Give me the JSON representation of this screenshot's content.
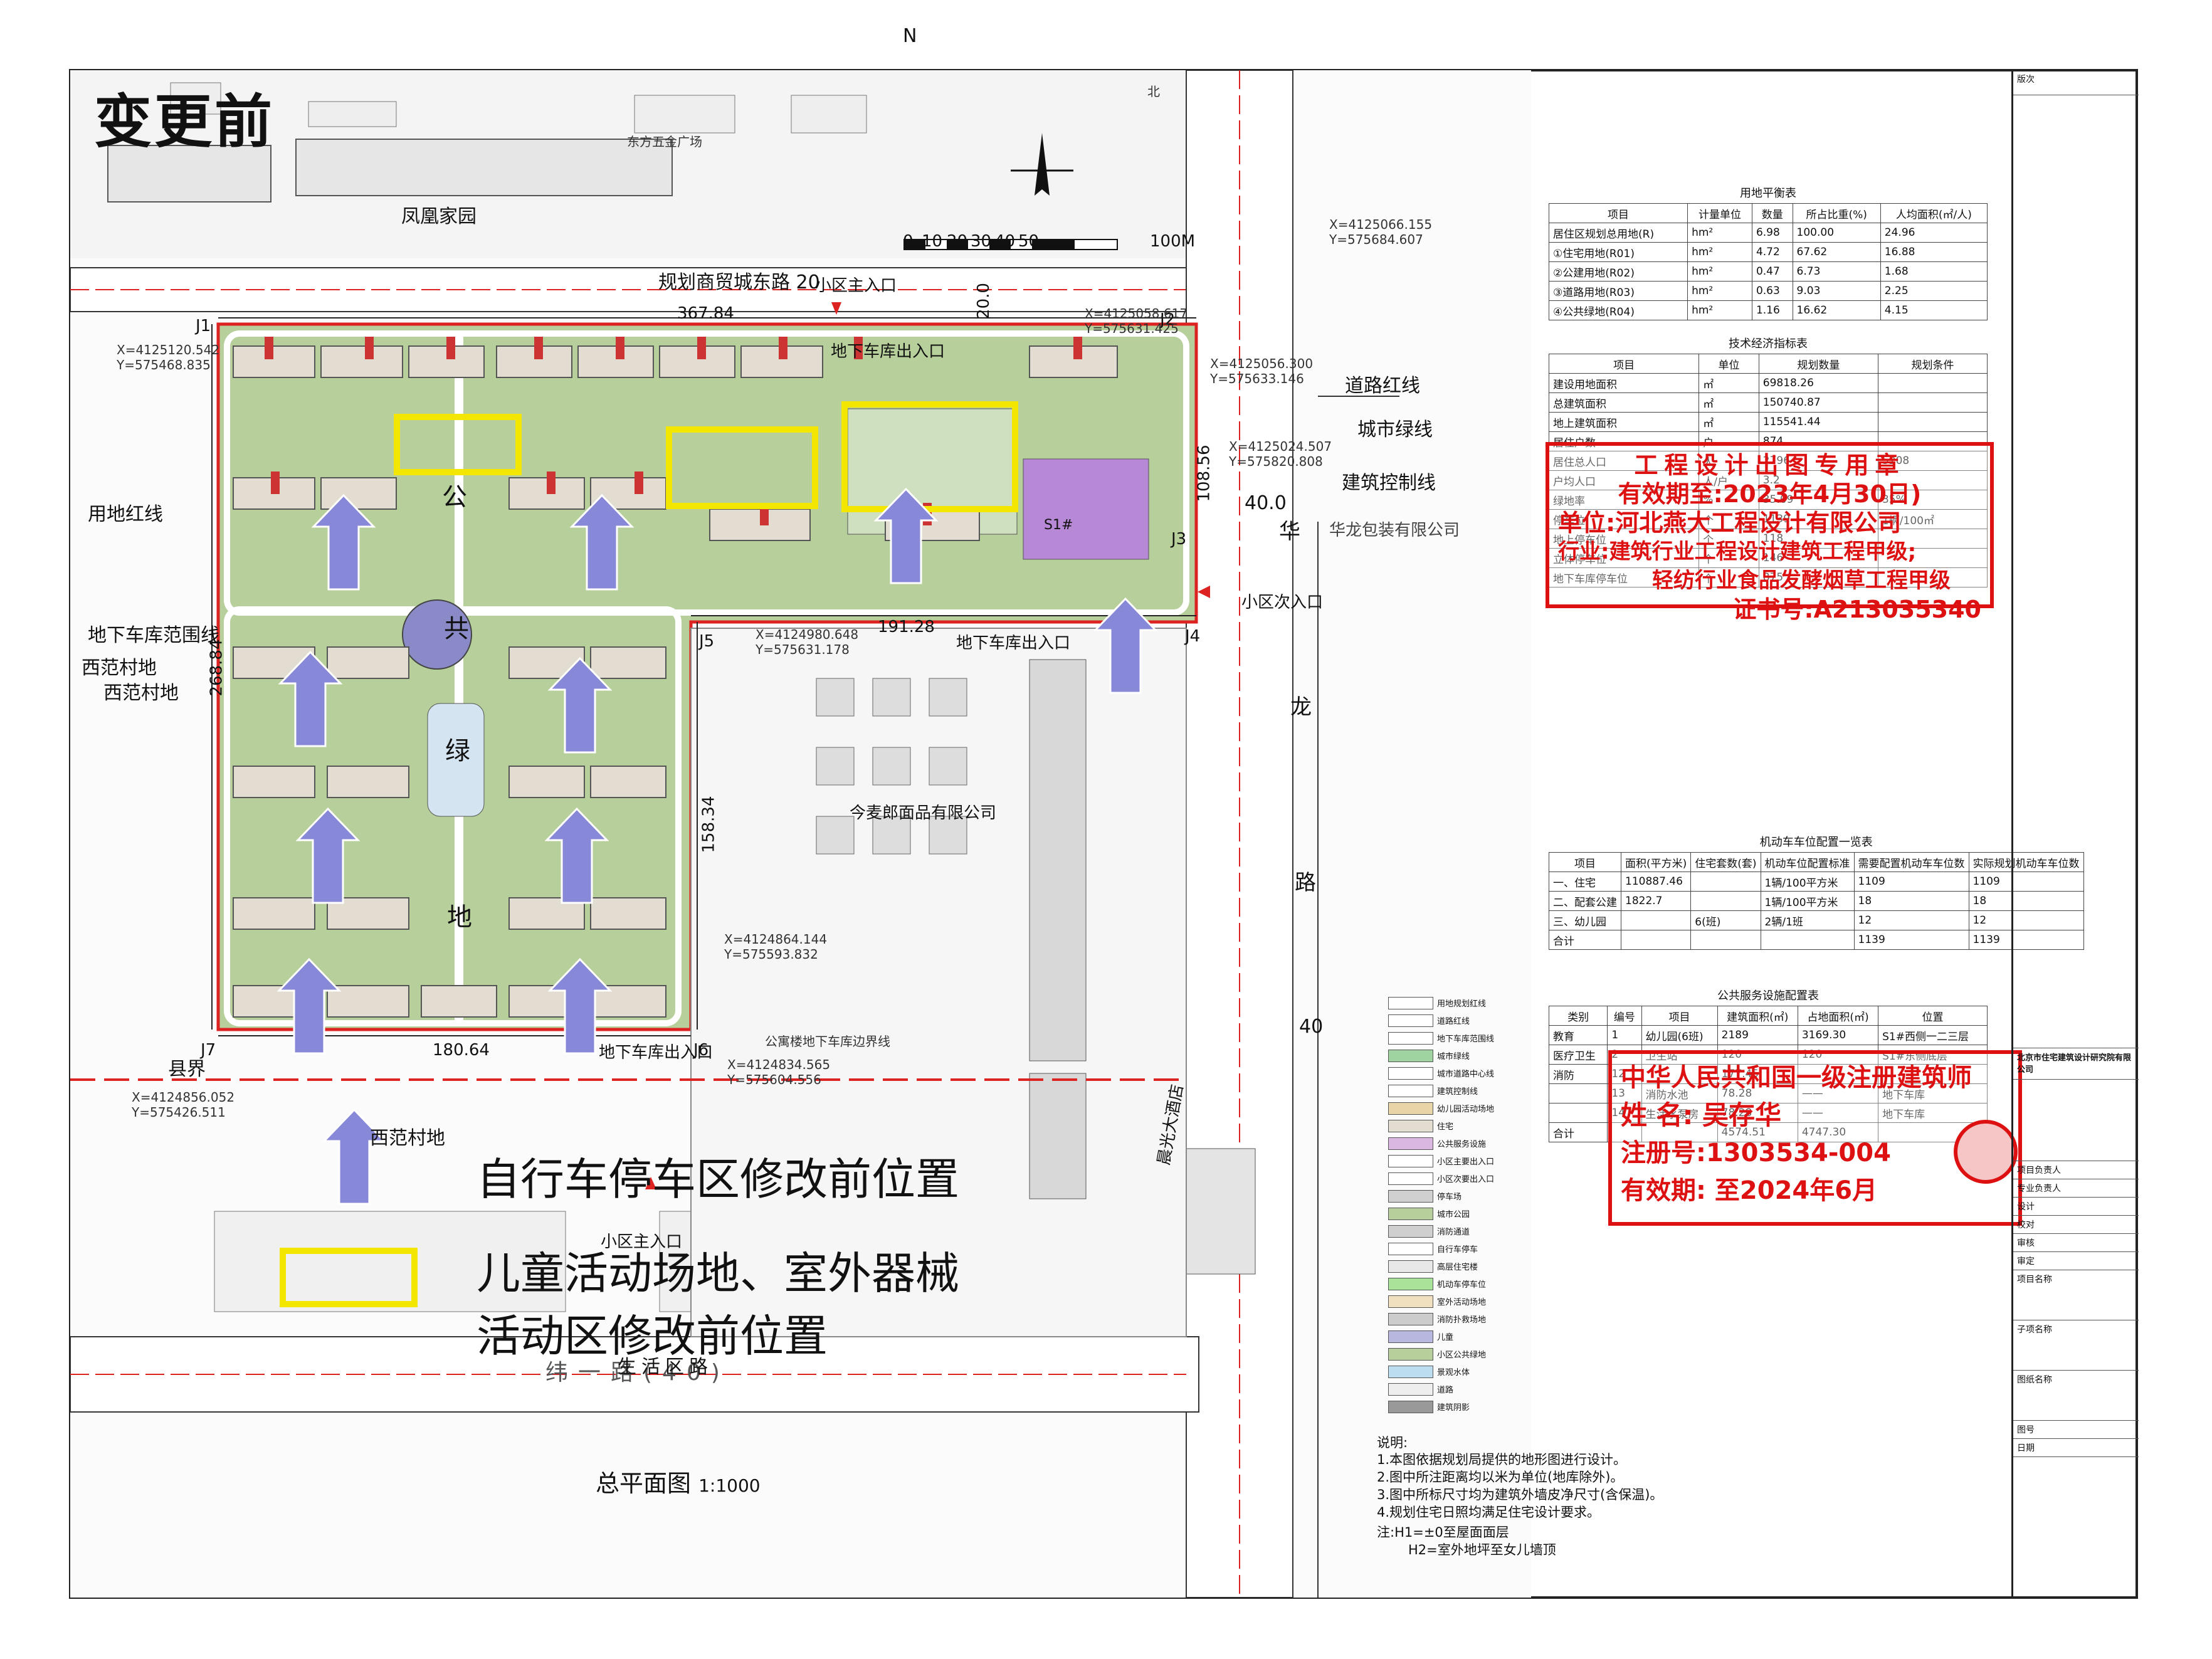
{
  "page": {
    "title": "变更前",
    "plan_title": "总平面图",
    "plan_scale": "1:1000",
    "scale_bar": {
      "ticks": [
        "0",
        "10",
        "20",
        "30",
        "40",
        "50"
      ],
      "end": "100M"
    },
    "north": "N",
    "north_label": "北"
  },
  "map": {
    "surroundings": {
      "fenghuang": "凤凰家园",
      "dongfang": "东方五金广场",
      "road_top": "规划商贸城东路",
      "road_top_width": "20",
      "road_top_width_v": "20.0",
      "main_entrance": "小区主入口",
      "secondary_entrance": "小区次入口",
      "south_entrance": "小区主入口",
      "garage_entrance_1": "地下车库出入口",
      "garage_entrance_2": "地下车库出入口",
      "garage_entrance_3": "地下车库出入口",
      "xifan_village_1": "西范村地",
      "xifan_village_2": "西范村地",
      "xifan_village_3": "西范村地",
      "county_border": "县界",
      "land_line": "用地红线",
      "garage_line": "地下车库范围线",
      "road_red_line": "道路红线",
      "city_green": "城市绿线",
      "build_control": "建筑控制线",
      "hualong_pkg": "华龙包装有限公司",
      "jinmailang": "今麦郎面品有限公司",
      "chenguang": "晨光大酒店",
      "apt_garage_line": "公寓楼地下车库边界线",
      "road_right": [
        "华",
        "龙",
        "路"
      ],
      "road_right_width": "40.0",
      "road_right_width_v": "40",
      "road_bottom": "纬一路(40)",
      "road_bottom_inner": "生活区路",
      "public_green": [
        "公",
        "共",
        "绿",
        "地"
      ],
      "kindergarten": "S1#"
    },
    "dims": {
      "d1": "367.84",
      "d2": "268.84",
      "d3": "191.28",
      "d4": "158.34",
      "d5": "180.64",
      "d6": "108.56"
    },
    "points": {
      "J1": "J1",
      "J2": "J2",
      "J3": "J3",
      "J4": "J4",
      "J5": "J5",
      "J6": "J6",
      "J7": "J7",
      "c1": "X=4125120.542 Y=575468.835",
      "c2": "X=4125066.155 Y=575684.607",
      "c3": "X=4125058.617 Y=575631.425",
      "c4": "X=4125056.300 Y=575633.146",
      "c5": "X=4125024.507 Y=575820.808",
      "c6": "X=4124980.648 Y=575631.178",
      "c7": "X=4124864.144 Y=575593.832",
      "c8": "X=4124834.565 Y=575604.556",
      "c9": "X=4124856.052 Y=575426.511"
    },
    "legend_items": [
      "用地规划红线",
      "道路红线",
      "地下车库范围线",
      "城市绿线",
      "城市道路中心线",
      "建筑控制线",
      "幼儿园活动场地",
      "住宅",
      "公共服务设施",
      "小区主要出入口",
      "小区次要出入口",
      "停车场",
      "城市公园",
      "消防通道",
      "自行车停车",
      "高层住宅楼",
      "机动车停车位",
      "室外活动场地",
      "消防扑救场地",
      "儿童",
      "小区公共绿地",
      "景观水体",
      "道路",
      "建筑阴影"
    ],
    "notes": {
      "title": "说明:",
      "items": [
        "1.本图依据规划局提供的地形图进行设计。",
        "2.图中所注距离均以米为单位(地库除外)。",
        "3.图中所标尺寸均为建筑外墙皮净尺寸(含保温)。",
        "4.规划住宅日照均满足住宅设计要求。"
      ],
      "h1": "注:H1=±0至屋面面层",
      "h2": "H2=室外地坪至女儿墙顶"
    }
  },
  "annotations": {
    "bike": "自行车停车区修改前位置",
    "kids_1": "儿童活动场地、室外器械",
    "kids_2": "活动区修改前位置",
    "highlight_color": "#f3e600",
    "arrow_color": "#8888d8"
  },
  "table_land": {
    "caption": "用地平衡表",
    "headers": [
      "项目",
      "计量单位",
      "数量",
      "所占比重(%)",
      "人均面积(㎡/人)"
    ],
    "rows": [
      [
        "居住区规划总用地(R)",
        "hm²",
        "6.98",
        "100.00",
        "24.96"
      ],
      [
        "①住宅用地(R01)",
        "hm²",
        "4.72",
        "67.62",
        "16.88"
      ],
      [
        "②公建用地(R02)",
        "hm²",
        "0.47",
        "6.73",
        "1.68"
      ],
      [
        "③道路用地(R03)",
        "hm²",
        "0.63",
        "9.03",
        "2.25"
      ],
      [
        "④公共绿地(R04)",
        "hm²",
        "1.16",
        "16.62",
        "4.15"
      ]
    ]
  },
  "table_tech": {
    "caption": "技术经济指标表",
    "headers": [
      "项目",
      "单位",
      "规划数量",
      "规划条件"
    ],
    "rows": [
      [
        "建设用地面积",
        "㎡",
        "69818.26",
        ""
      ],
      [
        "总建筑面积",
        "㎡",
        "150740.87",
        ""
      ],
      [
        "地上建筑面积",
        "㎡",
        "115541.44",
        ""
      ],
      [
        "居住户数",
        "户",
        "874",
        ""
      ],
      [
        "居住总人口",
        "人",
        "2796",
        "5208"
      ],
      [
        "户均人口",
        "人/户",
        "3.2",
        ""
      ],
      [
        "绿地率",
        "%",
        "35.09",
        "35%"
      ],
      [
        "停车位",
        "个",
        "1139",
        "1辆/100㎡"
      ],
      [
        "地上停车位",
        "个",
        "118",
        ""
      ],
      [
        "立体停车位",
        "个",
        "146",
        ""
      ],
      [
        "地下车库停车位",
        "个",
        "875",
        ""
      ]
    ]
  },
  "table_parking": {
    "caption": "机动车车位配置一览表",
    "headers": [
      "项目",
      "面积(平方米)",
      "住宅套数(套)",
      "机动车位配置标准",
      "需要配置机动车车位数",
      "实际规划机动车车位数"
    ],
    "rows": [
      [
        "一、住宅",
        "110887.46",
        "",
        "1辆/100平方米",
        "1109",
        "1109"
      ],
      [
        "二、配套公建",
        "1822.7",
        "",
        "1辆/100平方米",
        "18",
        "18"
      ],
      [
        "三、幼儿园",
        "",
        "6(班)",
        "2辆/1班",
        "12",
        "12"
      ],
      [
        "合计",
        "",
        "",
        "",
        "1139",
        "1139"
      ]
    ]
  },
  "table_public": {
    "caption": "公共服务设施配置表",
    "headers": [
      "类别",
      "编号",
      "项目",
      "建筑面积(㎡)",
      "占地面积(㎡)",
      "位置"
    ],
    "rows": [
      [
        "教育",
        "1",
        "幼儿园(6班)",
        "2189",
        "3169.30",
        "S1#西侧一二三层"
      ],
      [
        "医疗卫生",
        "2",
        "卫生站",
        "120",
        "120",
        "S1#东侧底层"
      ],
      [
        "消防",
        "12",
        "",
        "177.45",
        "",
        ""
      ],
      [
        "",
        "13",
        "消防水池",
        "78.28",
        "——",
        "地下车库"
      ],
      [
        "",
        "14",
        "生活水泵房",
        "78.28",
        "——",
        "地下车库"
      ],
      [
        "合计",
        "",
        "",
        "4574.51",
        "4747.30",
        ""
      ]
    ]
  },
  "stamp_design": {
    "line1": "工程设计出图专用章",
    "line2": "有效期至:2023年4月30日)",
    "line3": "单位:河北燕大工程设计有限公司",
    "line4": "行业:建筑行业工程设计建筑工程甲级;",
    "line5": "轻纺行业食品发酵烟草工程甲级",
    "line6": "证书号:A213035340"
  },
  "stamp_architect": {
    "line1": "中华人民共和国一级注册建筑师",
    "line2": "姓 名: 吴存华",
    "line3": "注册号:1303534-004",
    "line4": "有效期: 至2024年6月"
  },
  "title_block": {
    "company": "北京市住宅建筑设计研究院有限公司",
    "rows": [
      "版次",
      "项目负责人",
      "专业负责人",
      "设计",
      "校对",
      "审核",
      "审定",
      "项目名称",
      "子项名称",
      "图纸名称",
      "图号",
      "日期"
    ]
  }
}
